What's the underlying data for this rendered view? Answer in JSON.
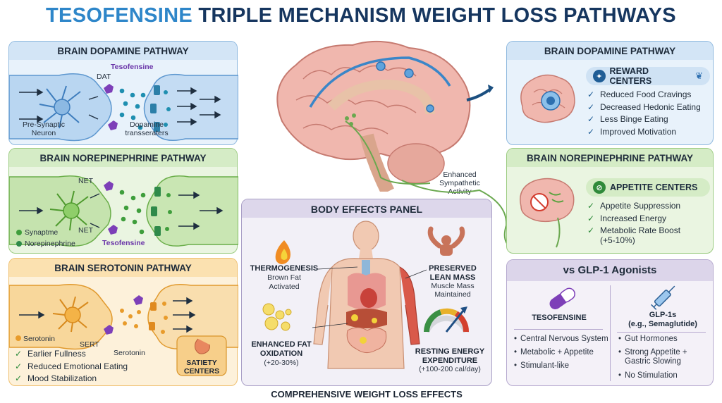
{
  "title": {
    "part1": "TESOFENSINE",
    "part2": " TRIPLE MECHANISM WEIGHT LOSS PATHWAYS"
  },
  "dopamine_left": {
    "title": "BRAIN DOPAMINE PATHWAY",
    "dat_label": "DAT",
    "drug_label": "Tesofensine",
    "neuron_label_1": "Pre-Synaptic",
    "neuron_label_2": "Neuron",
    "transporter_label_1": "Dopamine",
    "transporter_label_2": "transserаters"
  },
  "norepinephrine_left": {
    "title": "BRAIN NOREPINEPHRINE PATHWAY",
    "net_label_top": "NET",
    "net_label_bottom": "NET",
    "drug_label": "Tesofensine",
    "legend_1": "Synaptme",
    "legend_2": "Norepinephrine"
  },
  "serotonin_left": {
    "title": "BRAIN SEROTONIN PATHWAY",
    "sert_label": "SERT",
    "serotonin_label_1": "Serotonin",
    "serotonin_label_2": "Serotonin",
    "benefits": [
      "Earlier Fullness",
      "Reduced Emotional Eating",
      "Mood Stabilization"
    ],
    "satiety_1": "SATIETY",
    "satiety_2": "CENTERS"
  },
  "center": {
    "sympathetic_1": "Enhanced",
    "sympathetic_2": "Sympathetic",
    "sympathetic_3": "Activity"
  },
  "dopamine_right": {
    "title": "BRAIN DOPAMINE PATHWAY",
    "badge": "REWARD CENTERS",
    "benefits": [
      "Reduced Food Cravings",
      "Decreased Hedonic Eating",
      "Less Binge Eating",
      "Improved Motivation"
    ]
  },
  "norepinephrine_right": {
    "title": "BRAIN NOREPINEPHRINE PATHWAY",
    "badge": "APPETITE CENTERS",
    "benefits": [
      "Appetite Suppression",
      "Increased Energy",
      "Metabolic Rate Boost"
    ],
    "benefit_extra": "(+5-10%)"
  },
  "body": {
    "title": "BODY EFFECTS PANEL",
    "thermo_title": "THERMOGENESIS",
    "thermo_sub_1": "Brown Fat",
    "thermo_sub_2": "Activated",
    "lean_title_1": "PRESERVED",
    "lean_title_2": "LEAN MASS",
    "lean_sub_1": "Muscle Mass",
    "lean_sub_2": "Maintained",
    "fat_title_1": "ENHANCED FAT",
    "fat_title_2": "OXIDATION",
    "fat_sub": "(+20-30%)",
    "energy_title_1": "RESTING ENERGY",
    "energy_title_2": "EXPENDITURE",
    "energy_sub": "(+100-200 cal/day)",
    "footer": "COMPREHENSIVE WEIGHT LOSS EFFECTS"
  },
  "glp": {
    "title": "vs GLP-1 Agonists",
    "left_head": "TESOFENSINE",
    "left_items": [
      "Central Nervous System",
      "Metabolic + Appetite",
      "Stimulant-like"
    ],
    "right_head_1": "GLP-1s",
    "right_head_2": "(e.g., Semaglutide)",
    "right_items": [
      "Gut Hormones",
      "Strong Appetite + Gastric Slowing",
      "No Stimulation"
    ]
  },
  "colors": {
    "title_accent": "#2e86c9",
    "title_main": "#16365f",
    "dopamine": "#4a90d0",
    "norepinephrine": "#5aa23f",
    "serotonin": "#e89b2b",
    "drug": "#7d3fb8"
  },
  "icons": [
    "pill-icon",
    "flame-icon",
    "muscle-icon",
    "gauge-icon",
    "syringe-icon",
    "brain-icon",
    "check-icon",
    "food-no-icon",
    "stomach-icon"
  ]
}
